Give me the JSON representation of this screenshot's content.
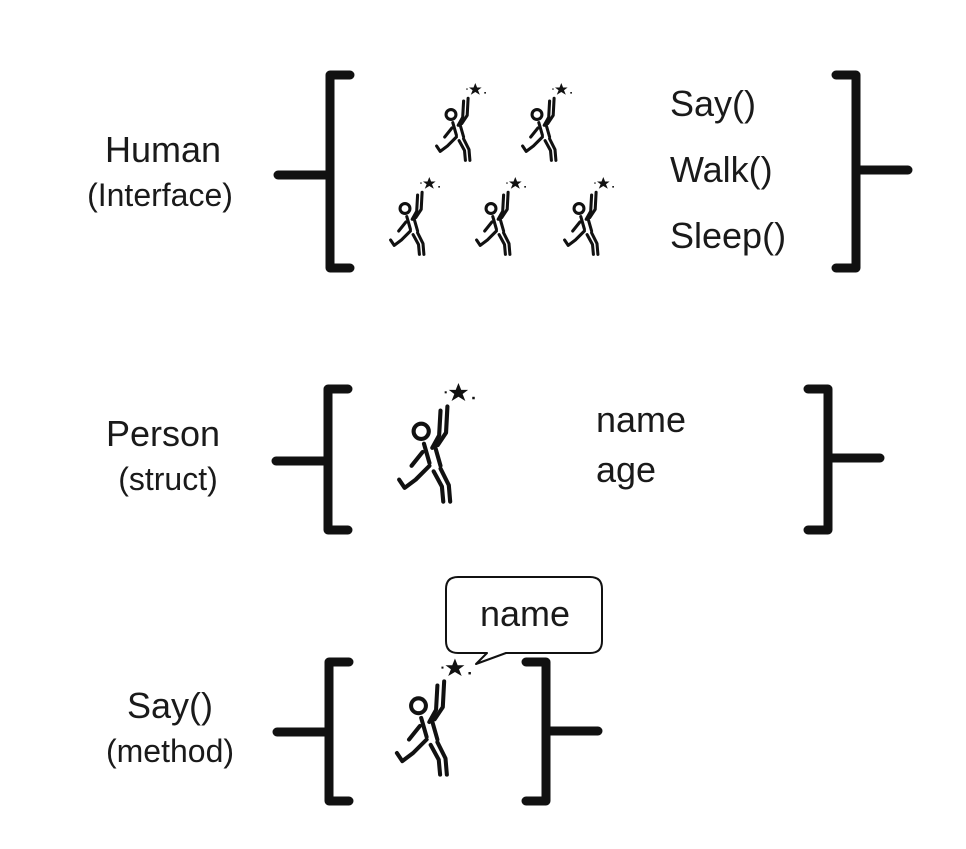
{
  "human": {
    "title": "Human",
    "subtitle": "(Interface)",
    "methods": [
      "Say()",
      "Walk()",
      "Sleep()"
    ]
  },
  "person": {
    "title": "Person",
    "subtitle": "(struct)",
    "fields": [
      "name",
      "age"
    ]
  },
  "say": {
    "title": "Say()",
    "subtitle": "(method)",
    "bubble": "name"
  },
  "icon_name": "person-reaching-star-icon"
}
